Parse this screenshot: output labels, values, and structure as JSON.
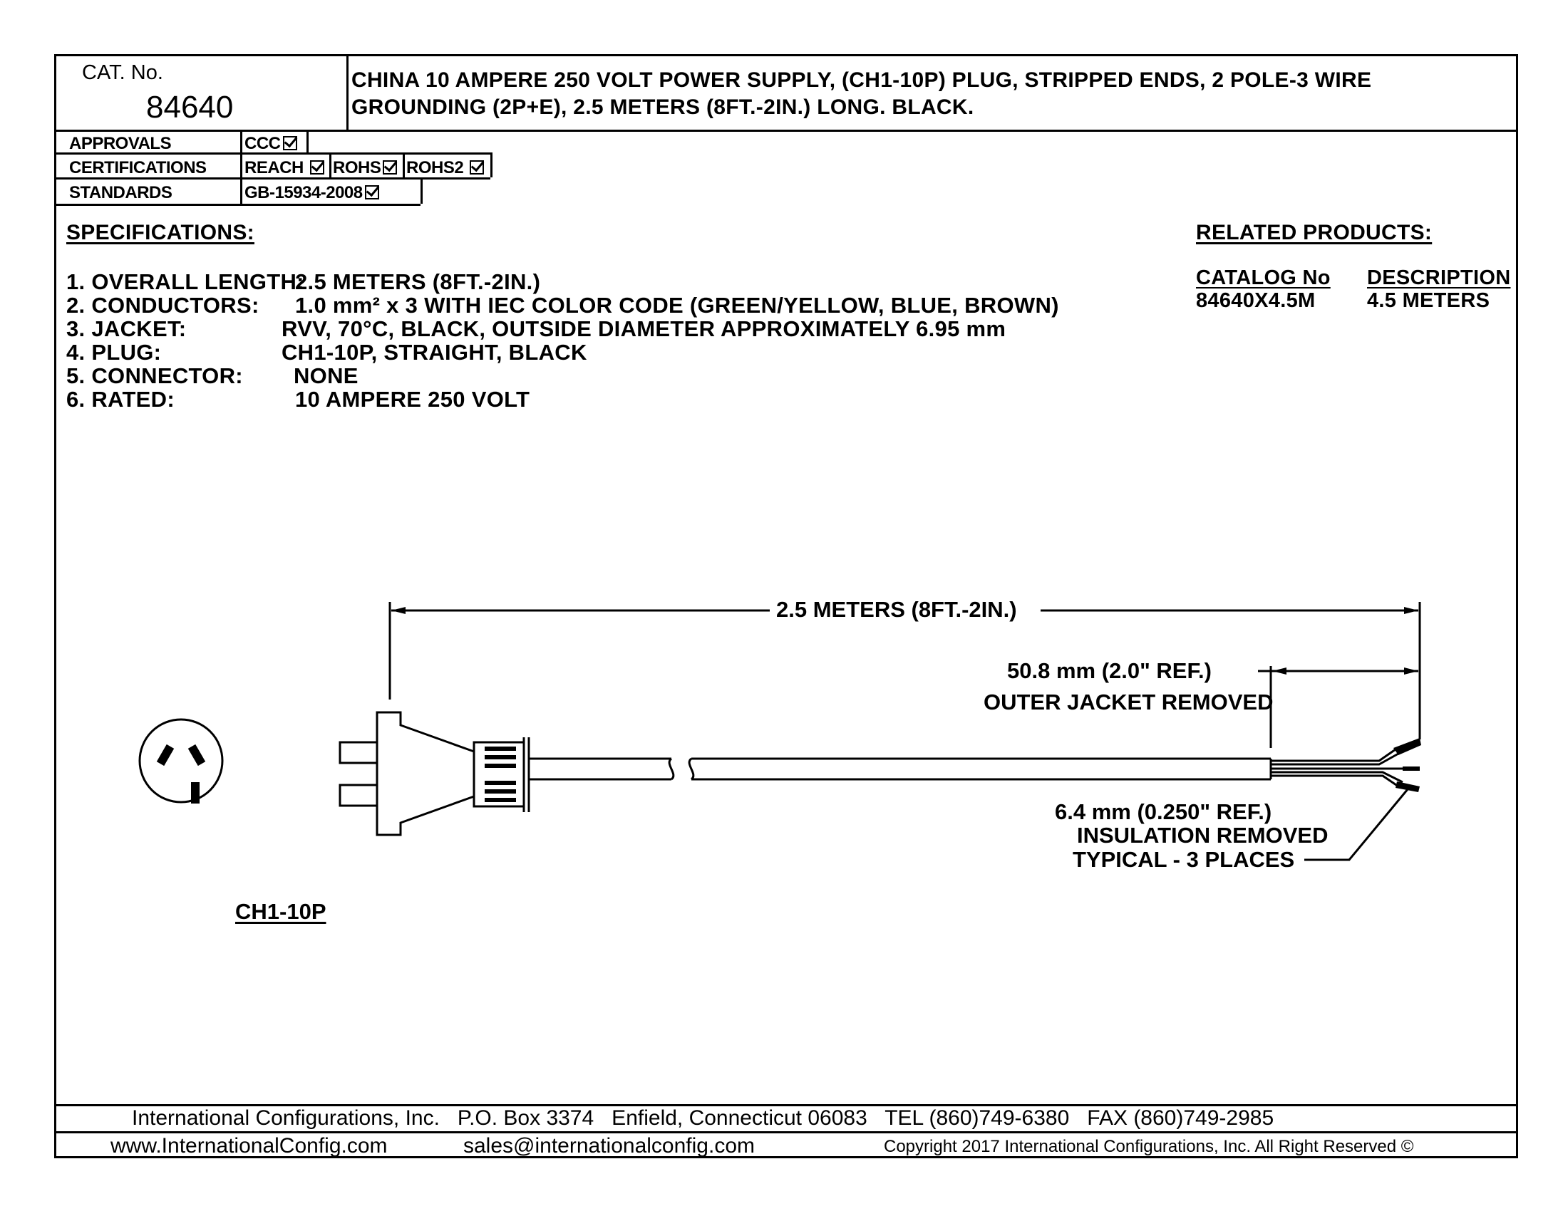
{
  "header": {
    "cat_label": "CAT. No.",
    "cat_number": "84640",
    "description_line1": "CHINA 10 AMPERE 250 VOLT POWER SUPPLY, (CH1-10P) PLUG, STRIPPED ENDS, 2 POLE-3 WIRE",
    "description_line2": "GROUNDING (2P+E), 2.5 METERS (8FT.-2IN.) LONG. BLACK."
  },
  "compliance": {
    "approvals_label": "APPROVALS",
    "approvals": [
      "CCC"
    ],
    "certifications_label": "CERTIFICATIONS",
    "certifications": [
      "REACH",
      "ROHS",
      "ROHS2"
    ],
    "standards_label": "STANDARDS",
    "standards": [
      "GB-15934-2008"
    ]
  },
  "specifications": {
    "title": "SPECIFICATIONS:",
    "items": [
      {
        "label": "1. OVERALL LENGTH:",
        "value": "2.5 METERS (8FT.-2IN.)"
      },
      {
        "label": "2. CONDUCTORS:",
        "value": "1.0 mm² x 3 WITH IEC COLOR CODE (GREEN/YELLOW, BLUE, BROWN)"
      },
      {
        "label": "3. JACKET:",
        "value": "RVV, 70°C, BLACK, OUTSIDE DIAMETER APPROXIMATELY 6.95 mm"
      },
      {
        "label": "4. PLUG:",
        "value": "CH1-10P, STRAIGHT, BLACK"
      },
      {
        "label": "5. CONNECTOR:",
        "value": "NONE"
      },
      {
        "label": "6. RATED:",
        "value": "10 AMPERE 250 VOLT"
      }
    ]
  },
  "related_products": {
    "title": "RELATED PRODUCTS:",
    "col_catalog": "CATALOG No",
    "col_description": "DESCRIPTION",
    "rows": [
      {
        "catalog": "84640X4.5M",
        "description": "4.5 METERS"
      }
    ]
  },
  "drawing": {
    "overall_length": "2.5 METERS (8FT.-2IN.)",
    "jacket_dim": "50.8 mm (2.0\" REF.)",
    "jacket_note": "OUTER JACKET REMOVED",
    "insulation_dim": "6.4 mm (0.250\" REF.)",
    "insulation_note": "INSULATION REMOVED",
    "insulation_note2": "TYPICAL - 3 PLACES",
    "plug_face_label": "CH1-10P"
  },
  "footer": {
    "line1": "International Configurations, Inc.   P.O. Box 3374   Enfield, Connecticut 06083   TEL (860)749-6380   FAX (860)749-2985",
    "website": "www.InternationalConfig.com",
    "email": "sales@internationalconfig.com",
    "copyright": "Copyright 2017 International Configurations, Inc. All Right Reserved ©"
  }
}
